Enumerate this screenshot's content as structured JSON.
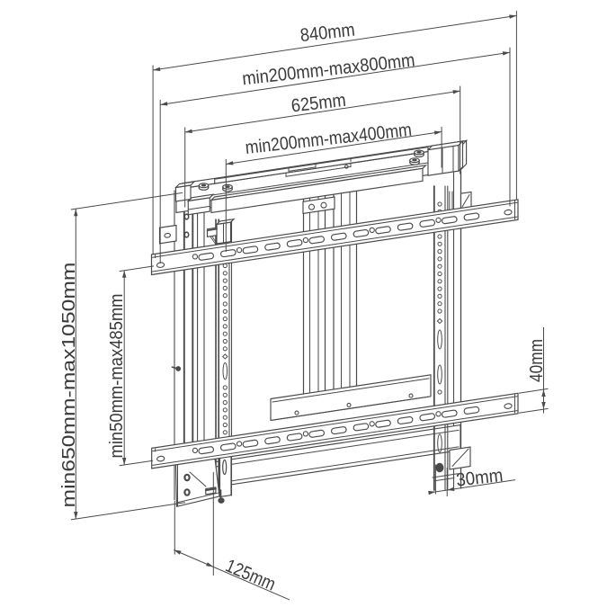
{
  "figure": {
    "type": "technical-line-drawing",
    "subject": "TV wall mount bracket dimensional diagram",
    "background": "#ffffff",
    "line_color": "#4a4a4a",
    "text_color": "#3a3a3a"
  },
  "dims": {
    "d840": {
      "label": "840mm",
      "orientation": "width"
    },
    "d800": {
      "label": "min200mm-max800mm",
      "orientation": "width"
    },
    "d625": {
      "label": "625mm",
      "orientation": "width"
    },
    "d400": {
      "label": "min200mm-max400mm",
      "orientation": "width"
    },
    "d1050": {
      "label": "min650mm-max1050mm",
      "orientation": "height"
    },
    "d485": {
      "label": "min50mm-max485mm",
      "orientation": "height"
    },
    "d40": {
      "label": "40mm",
      "orientation": "height"
    },
    "d30": {
      "label": "30mm",
      "orientation": "depth"
    },
    "d125": {
      "label": "125mm",
      "orientation": "depth"
    }
  }
}
